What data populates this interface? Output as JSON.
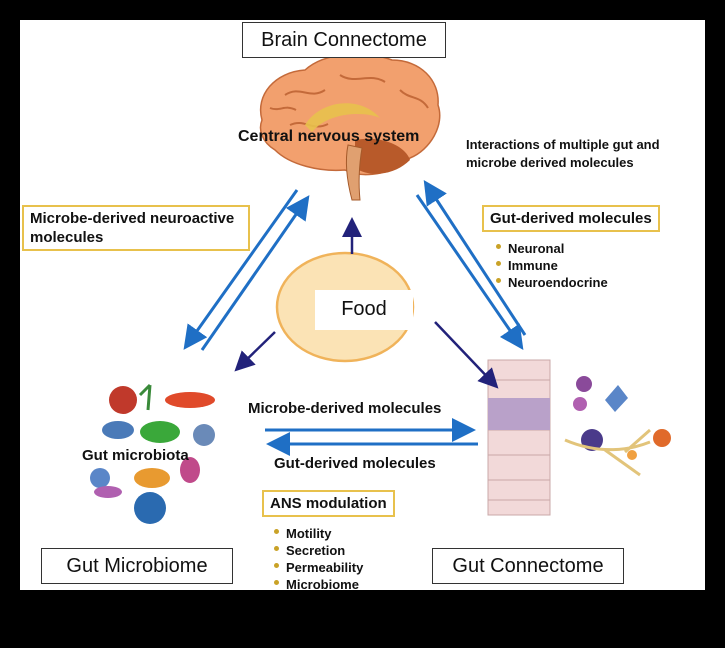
{
  "nodes": {
    "brain": "Brain Connectome",
    "cns": "Central nervous system",
    "gut_microbiome": "Gut Microbiome",
    "gut_microbiota": "Gut microbiota",
    "gut_connectome": "Gut Connectome",
    "food": "Food"
  },
  "labels": {
    "interactions": "Interactions of multiple gut and microbe derived molecules",
    "microbe_neuroactive": "Microbe-derived neuroactive molecules",
    "microbe_molecules": "Microbe-derived molecules",
    "gut_molecules": "Gut-derived molecules"
  },
  "gut_derived": {
    "title": "Gut-derived molecules",
    "items": [
      "Neuronal",
      "Immune",
      "Neuroendocrine"
    ]
  },
  "ans": {
    "title": "ANS modulation",
    "items": [
      "Motility",
      "Secretion",
      "Permeability",
      "Microbiome"
    ]
  },
  "colors": {
    "arrow": "#1f6fc5",
    "gold": "#e8c14c",
    "food": "#fbe3b5",
    "food_border": "#f0b35a",
    "dark_arrow": "#22227a"
  }
}
